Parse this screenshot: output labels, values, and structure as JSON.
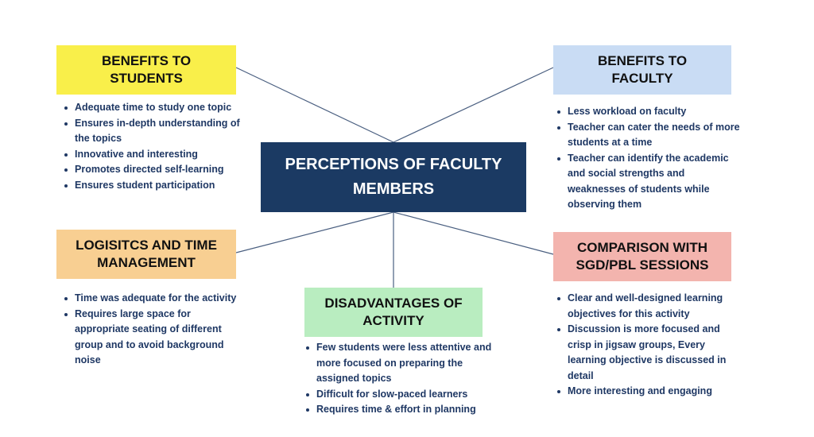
{
  "center": {
    "line1": "PERCEPTIONS OF FACULTY",
    "line2": "MEMBERS"
  },
  "nodes": {
    "students": {
      "title_line1": "BENEFITS TO",
      "title_line2": "STUDENTS",
      "color": "#f9ef4a",
      "items": [
        "Adequate time to study one topic",
        "Ensures in-depth understanding of the topics",
        "Innovative and interesting",
        "Promotes directed self-learning",
        "Ensures student participation"
      ]
    },
    "faculty": {
      "title_line1": "BENEFITS TO",
      "title_line2": "FACULTY",
      "color": "#c9dcf4",
      "items": [
        "Less workload on faculty",
        "Teacher can cater the needs of more students at a time",
        "Teacher can identify the academic and social strengths and weaknesses of students while observing them"
      ]
    },
    "logistics": {
      "title_line1": "LOGISITCS AND TIME",
      "title_line2": "MANAGEMENT",
      "color": "#f8cf92",
      "items": [
        "Time was adequate for the activity",
        "Requires large space for appropriate seating of different group and to avoid background noise"
      ]
    },
    "comparison": {
      "title_line1": "COMPARISON WITH",
      "title_line2": "SGD/PBL SESSIONS",
      "color": "#f3b4ae",
      "items": [
        "Clear and well-designed learning objectives for this activity",
        "Discussion is more focused and crisp in jigsaw groups, Every learning objective is discussed in detail",
        "More interesting and engaging"
      ]
    },
    "disadvantages": {
      "title_line1": "DISADVANTAGES OF",
      "title_line2": "ACTIVITY",
      "color": "#b9edc0",
      "items": [
        "Few students were less attentive and  more focused on preparing the assigned topics",
        "Difficult for slow-paced learners",
        "Requires time & effort in planning"
      ]
    }
  }
}
